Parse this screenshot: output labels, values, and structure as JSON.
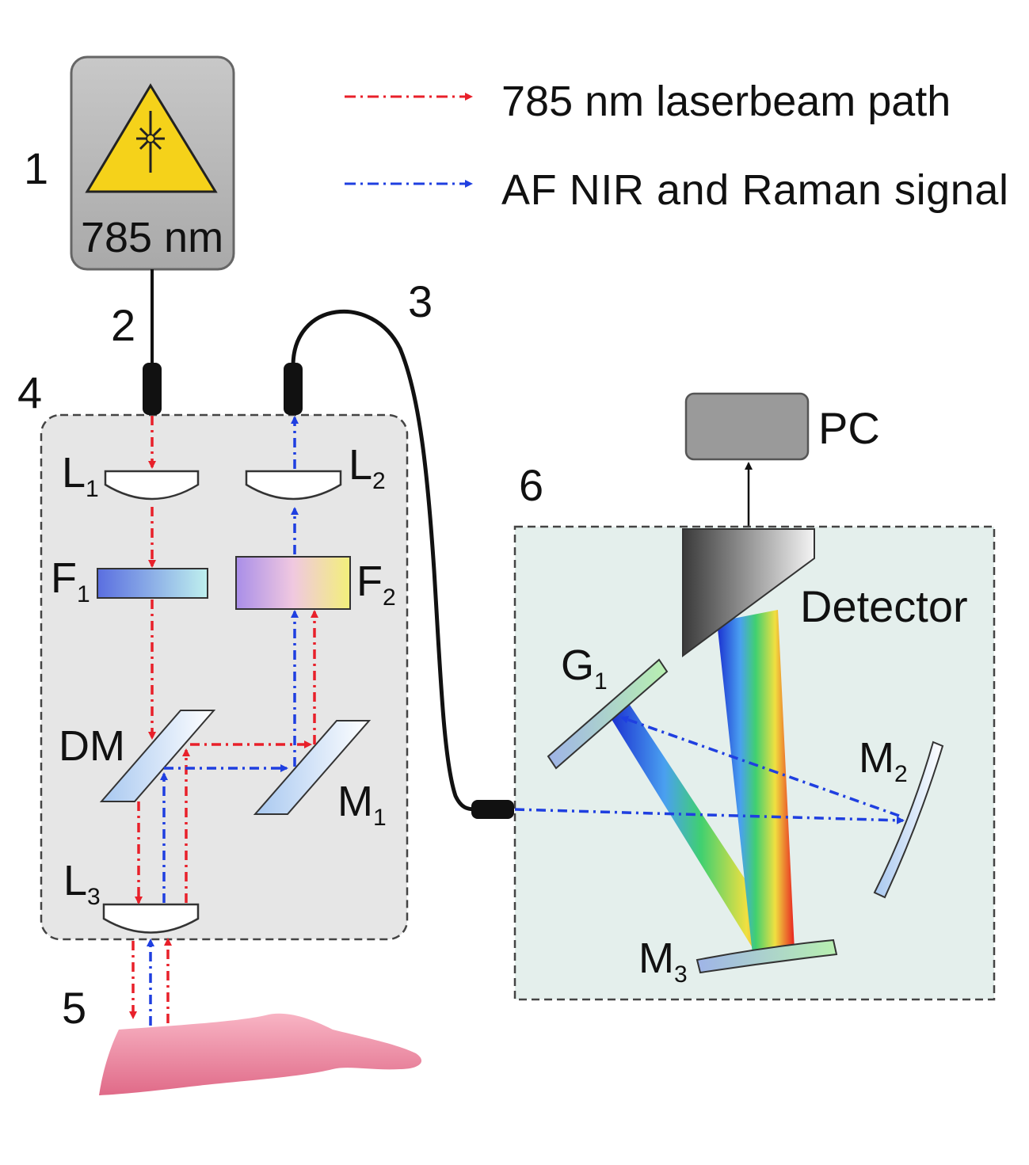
{
  "numbers": {
    "n1": "1",
    "n2": "2",
    "n3": "3",
    "n4": "4",
    "n5": "5",
    "n6": "6"
  },
  "laser": {
    "label": "785 nm"
  },
  "legend": {
    "laser_path": "785 nm laserbeam path",
    "signal_path": "AF NIR and Raman signal"
  },
  "probe": {
    "L1": "L",
    "L1_sub": "1",
    "L2": "L",
    "L2_sub": "2",
    "L3": "L",
    "L3_sub": "3",
    "F1": "F",
    "F1_sub": "1",
    "F2": "F",
    "F2_sub": "2",
    "DM": "DM",
    "M1": "M",
    "M1_sub": "1"
  },
  "spectrometer": {
    "PC": "PC",
    "detector": "Detector",
    "G1": "G",
    "G1_sub": "1",
    "M2": "M",
    "M2_sub": "2",
    "M3": "M",
    "M3_sub": "3"
  },
  "colors": {
    "laser": "#e8202a",
    "signal": "#1f3fe0",
    "warning": "#f5d21a"
  }
}
